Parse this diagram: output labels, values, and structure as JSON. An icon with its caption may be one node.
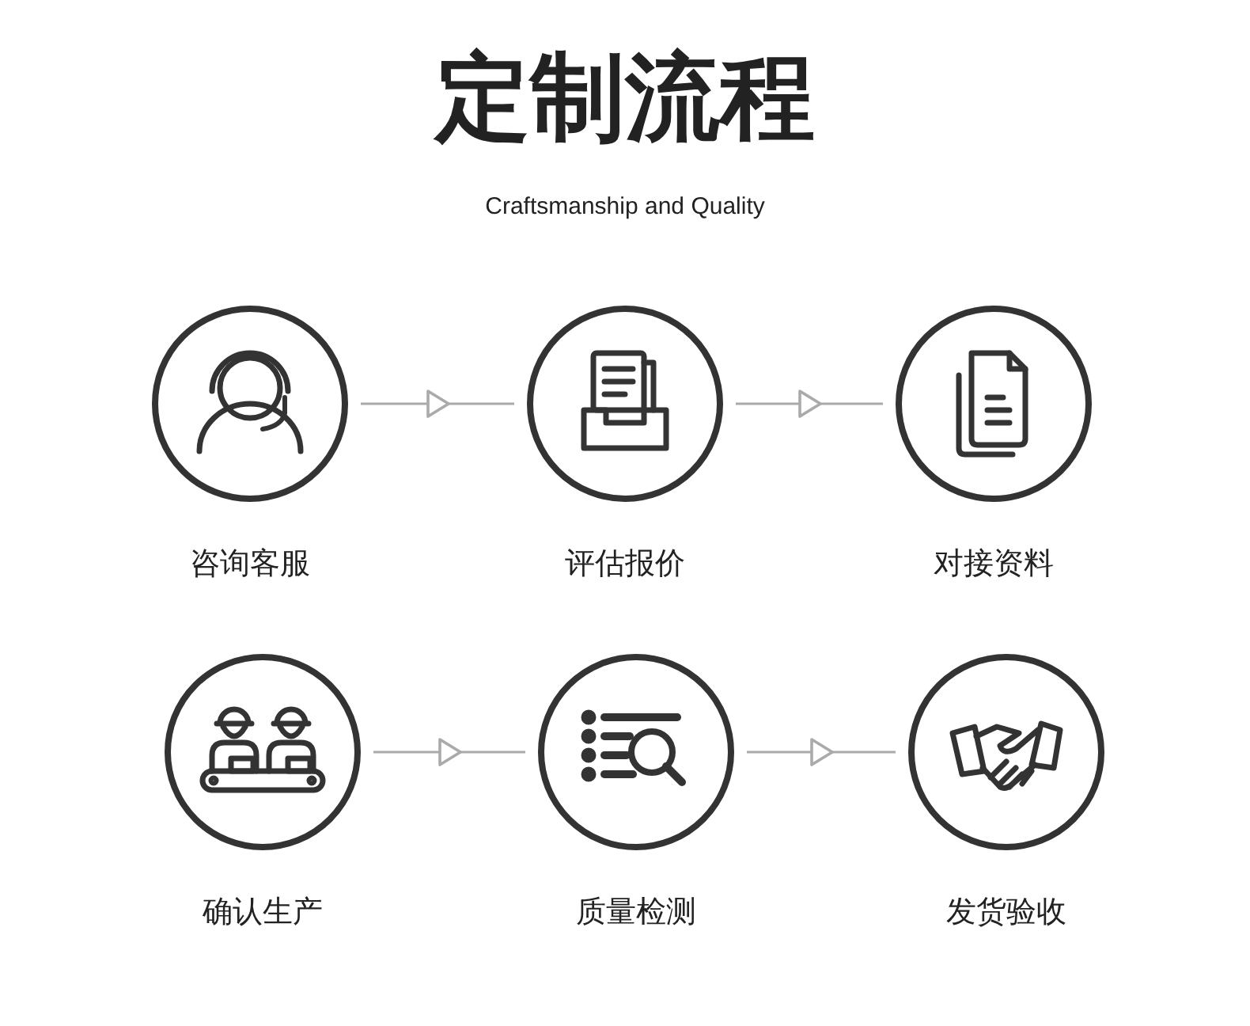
{
  "diagram": {
    "title": "定制流程",
    "nodes": [
      {
        "text": [
          "咨询客服"
        ]
      },
      {
        "text": [
          "评估报价"
        ]
      },
      {
        "text": [
          "对接资料"
        ]
      },
      {
        "text": [
          "确认生产"
        ]
      },
      {
        "text": [
          "质量检测"
        ]
      },
      {
        "text": [
          "发货验收"
        ]
      }
    ],
    "edges": [
      {
        "from": 0,
        "to": 1,
        "arrow": "to"
      },
      {
        "from": 1,
        "to": 2,
        "arrow": "to"
      },
      {
        "from": 3,
        "to": 4,
        "arrow": "to"
      },
      {
        "from": 4,
        "to": 5,
        "arrow": "to"
      }
    ],
    "labels": [
      "Craftsmanship and Quality"
    ]
  }
}
